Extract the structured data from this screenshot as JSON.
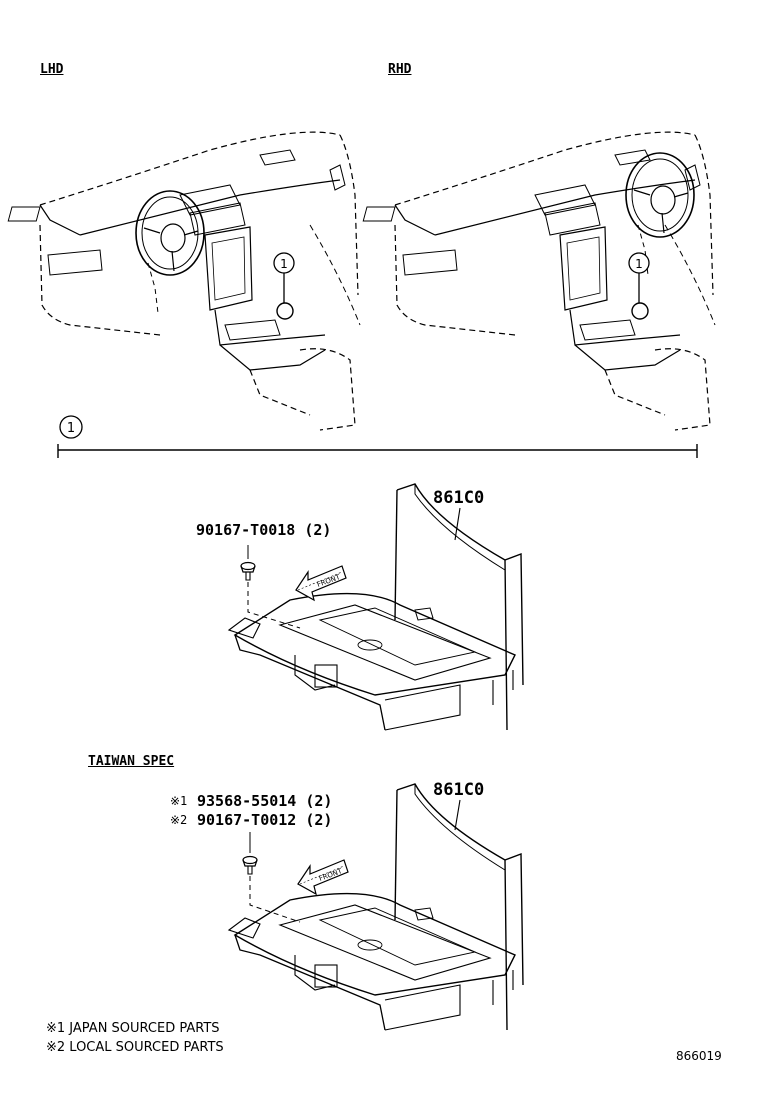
{
  "views": {
    "lhd_label": "LHD",
    "rhd_label": "RHD",
    "callout": "1"
  },
  "section": {
    "callout": "1",
    "taiwan_spec": "TAIWAN SPEC"
  },
  "top_assembly": {
    "part_label": "861C0",
    "fastener_label": "90167-T0018 (2)",
    "front_label": "FRONT"
  },
  "bottom_assembly": {
    "part_label": "861C0",
    "fastener_1_mark": "※1",
    "fastener_1_label": "93568-55014 (2)",
    "fastener_2_mark": "※2",
    "fastener_2_label": "90167-T0012 (2)",
    "front_label": "FRONT"
  },
  "notes": {
    "note_1": "※1  JAPAN SOURCED PARTS",
    "note_2": "※2  LOCAL SOURCED PARTS"
  },
  "drawing_number": "866019"
}
